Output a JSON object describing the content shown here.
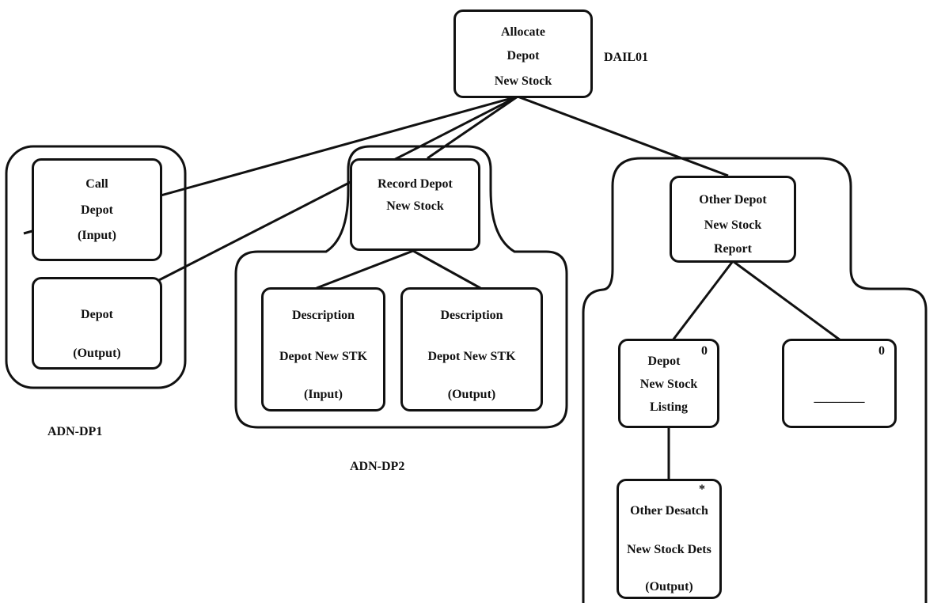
{
  "diagram": {
    "root": {
      "lines": [
        "Allocate",
        "Depot",
        "New Stock"
      ],
      "code": "DAIL01"
    },
    "call_depot": {
      "lines": [
        "Call",
        "Depot",
        "(Input)"
      ]
    },
    "depot_output": {
      "lines": [
        "Depot",
        "(Output)"
      ]
    },
    "record_depot": {
      "lines": [
        "Record Depot",
        "New Stock"
      ]
    },
    "desc_input": {
      "lines": [
        "Description",
        "Depot New STK",
        "(Input)"
      ]
    },
    "desc_output": {
      "lines": [
        "Description",
        "Depot New STK",
        "(Output)"
      ]
    },
    "other_report": {
      "lines": [
        "Other Depot",
        "New Stock",
        "Report"
      ]
    },
    "listing": {
      "lines": [
        "Depot",
        "New Stock",
        "Listing"
      ],
      "marker": "0"
    },
    "blank_option": {
      "lines": [
        "________"
      ],
      "marker": "0"
    },
    "other_desatch": {
      "lines": [
        "Other Desatch",
        "New Stock Dets",
        "(Output)"
      ],
      "marker": "*"
    },
    "group_labels": {
      "adn_dp1": "ADN-DP1",
      "adn_dp2": "ADN-DP2"
    }
  }
}
